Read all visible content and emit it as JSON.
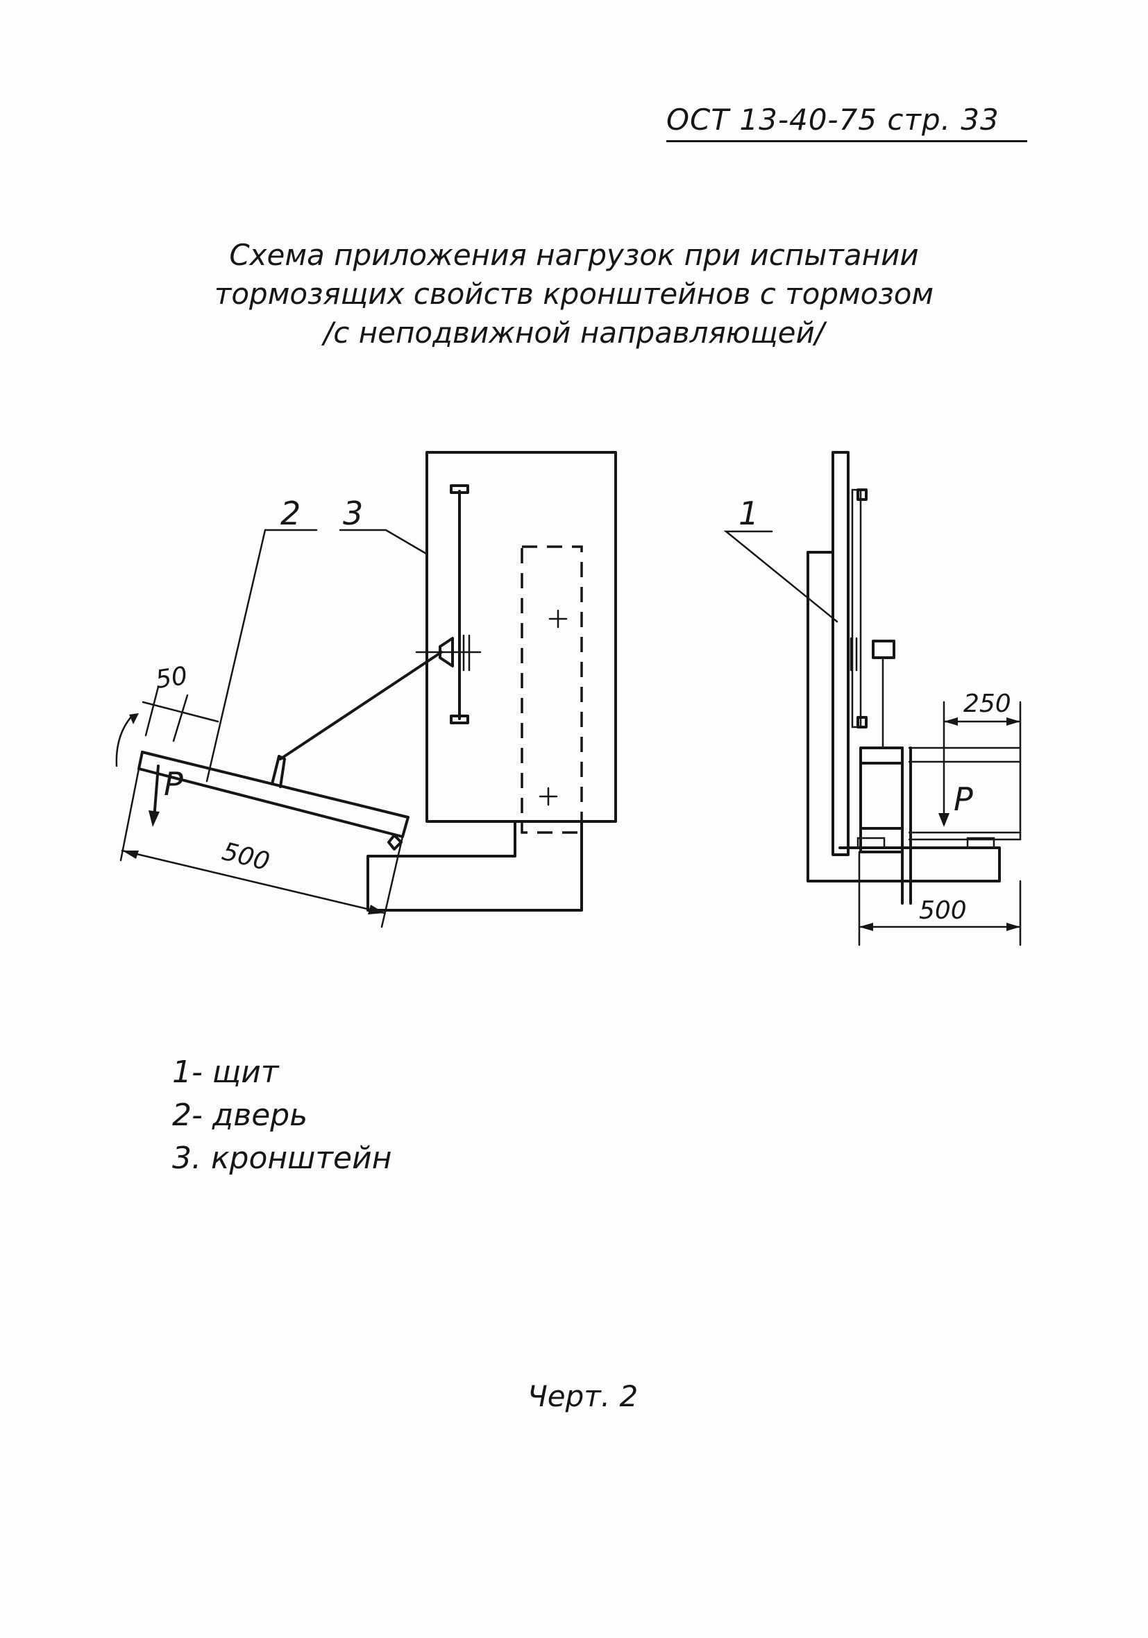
{
  "header": {
    "doc_ref": "ОСТ 13-40-75 стр. 33"
  },
  "title": {
    "line1": "Схема приложения нагрузок при испытании",
    "line2": "тормозящих свойств кронштейнов с тормозом",
    "line3": "/с неподвижной направляющей/"
  },
  "diagram": {
    "left_view": {
      "callouts": {
        "door": "2",
        "bracket": "3"
      },
      "dimensions": {
        "offset": "50",
        "length": "500"
      },
      "load_label": "P"
    },
    "right_view": {
      "callouts": {
        "panel": "1"
      },
      "dimensions": {
        "offset": "250",
        "length": "500"
      },
      "load_label": "P"
    }
  },
  "legend": [
    {
      "text": "1- щит"
    },
    {
      "text": "2- дверь"
    },
    {
      "text": "3. кронштейн"
    }
  ],
  "caption": "Черт. 2"
}
